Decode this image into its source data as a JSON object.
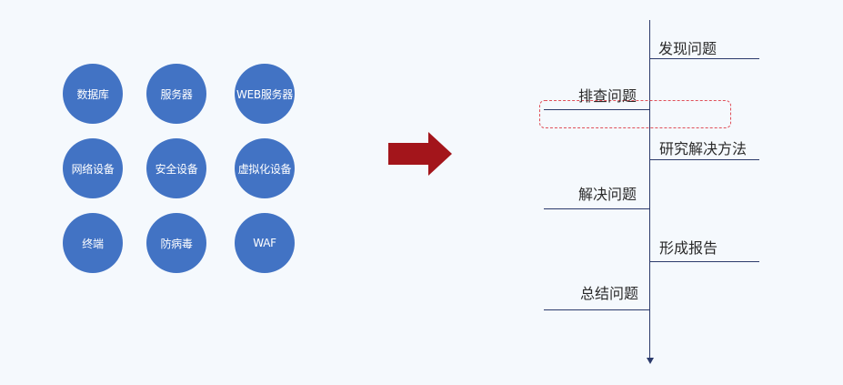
{
  "devices": [
    {
      "label": "数据库"
    },
    {
      "label": "服务器"
    },
    {
      "label": "WEB服务器"
    },
    {
      "label": "网络设备"
    },
    {
      "label": "安全设备"
    },
    {
      "label": "虚拟化设备"
    },
    {
      "label": "终端"
    },
    {
      "label": "防病毒"
    },
    {
      "label": "WAF"
    }
  ],
  "flow_steps": [
    {
      "label": "发现问题",
      "side": "right"
    },
    {
      "label": "排查问题",
      "side": "left"
    },
    {
      "label": "研究解决方法",
      "side": "right"
    },
    {
      "label": "解决问题",
      "side": "left"
    },
    {
      "label": "形成报告",
      "side": "right"
    },
    {
      "label": "总结问题",
      "side": "left"
    }
  ],
  "colors": {
    "circle_fill": "#4273c4",
    "arrow": "#a3151b",
    "timeline": "#2b3a6b",
    "highlight_dash": "#e0505a"
  }
}
